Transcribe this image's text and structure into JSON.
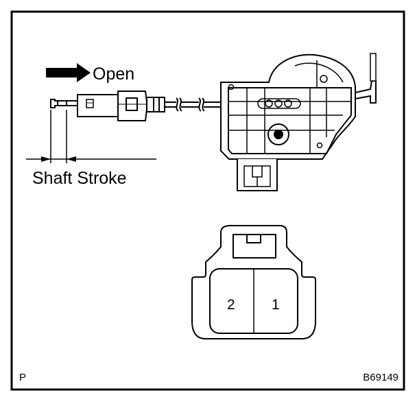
{
  "labels": {
    "open": "Open",
    "shaft_stroke": "Shaft Stroke",
    "pin_2": "2",
    "pin_1": "1",
    "corner_left": "P",
    "figure_id": "B69149"
  },
  "colors": {
    "line": "#000000",
    "background": "#ffffff"
  },
  "icons": {
    "direction_arrow": "arrow-right-icon"
  }
}
